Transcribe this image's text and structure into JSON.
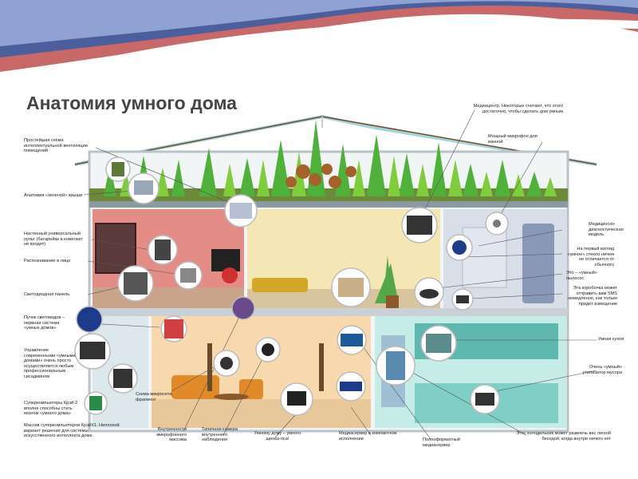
{
  "title": "Анатомия умного дома",
  "colors": {
    "roof_line": "#9fd4d8",
    "roof_edge": "#7a4a30",
    "wall_outline": "#b9c3c8",
    "living_room_wall": "#f4e7b5",
    "bedroom_wall": "#e48d86",
    "kitchen_wall": "#c6ece8",
    "lower_living_wall": "#f8d9ae",
    "header_wave_red": "#c86a6a",
    "header_wave_blue": "#4a5f9a"
  },
  "labels": {
    "l1": "Простейшая схема интеллектуальной вентиляции помещений",
    "l2": "Анатомия «зеленой» крыши",
    "l3": "Настенный универсальный пульт (батарейки в комплект не входят)",
    "l4": "Распознавание в лицо",
    "l5": "Светодиодная панель",
    "l6": "Пучок световодов – нервная система «умных домов»",
    "l7": "Управление современными «умными домами» очень просто осуществляется любым профессиональным сисадмином",
    "l8": "Суперкомпьютеры Крэй-2 вполне способны стать мозгом «умного дома»",
    "l9": "Массив суперкомпьютеров КрэйХ1. Неплохой вариант решения для системы искусственного интеллекта дома",
    "b1": "Схема микросети, фрагмент",
    "b2": "Внутренности микрофонного массива",
    "b3": "Типичная камера внутреннего наблюдения",
    "b4": "Умному дому – умного щенка-пса!",
    "b5": "Медиасервер в компактном исполнении",
    "b6": "Полноформатный медиасервер",
    "b7": "Этот холодильник может развлечь вас легкой беседой, когда внутри ничего нет",
    "r1": "Медиацентр. Некоторые считают, что этого достаточно, чтобы сделать дом умным",
    "r2": "Мощный микрофон для ванной",
    "r3": "Медицинско-диагностическая модель",
    "r4": "На первый взгляд «умное» стекло ничем не отличается от обычного",
    "r5": "Это – «умный» пылесос",
    "r6": "Эта коробочка может отправить вам SMS немедленно, как только придет извещение",
    "r7": "Умная кухня",
    "r8": "Очень «умный» утилизатор мусора"
  }
}
